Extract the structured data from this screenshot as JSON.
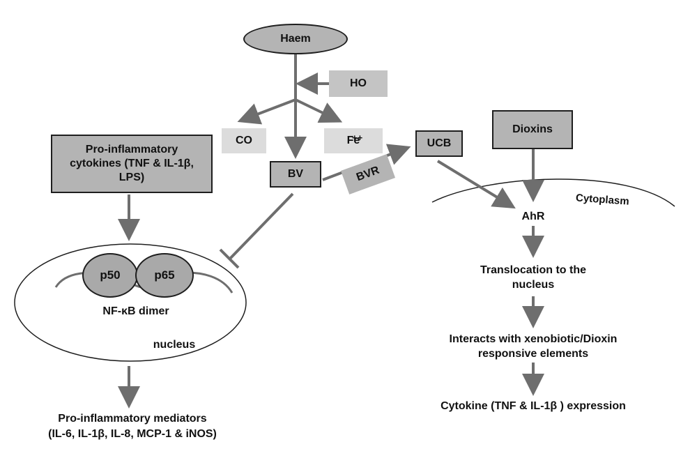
{
  "nodes": {
    "haem": "Haem",
    "ho": "HO",
    "co": "CO",
    "fe": "Fe",
    "fe_sup": "++",
    "bv": "BV",
    "bvr": "BVR",
    "ucb": "UCB",
    "dioxins": "Dioxins",
    "cytokines": "Pro-inflammatory cytokines (TNF & IL-1β, LPS)",
    "cytoplasm": "Cytoplasm",
    "ahr": "AhR",
    "translocation": "Translocation to the nucleus",
    "interacts": "Interacts with xenobiotic/Dioxin responsive elements",
    "cytokine_expression": "Cytokine (TNF & IL-1β ) expression",
    "p50": "p50",
    "p65": "p65",
    "nfkb": "NF-κB dimer",
    "nucleus": "nucleus",
    "mediators_line1": "Pro-inflammatory mediators",
    "mediators_line2": "(IL-6, IL-1β, IL-8, MCP-1 & iNOS)"
  },
  "colors": {
    "arrow": "#6e6e6e",
    "box_fill": "#b4b4b4",
    "pale_fill": "#dcdcdc",
    "outline": "#1e1e1e"
  }
}
